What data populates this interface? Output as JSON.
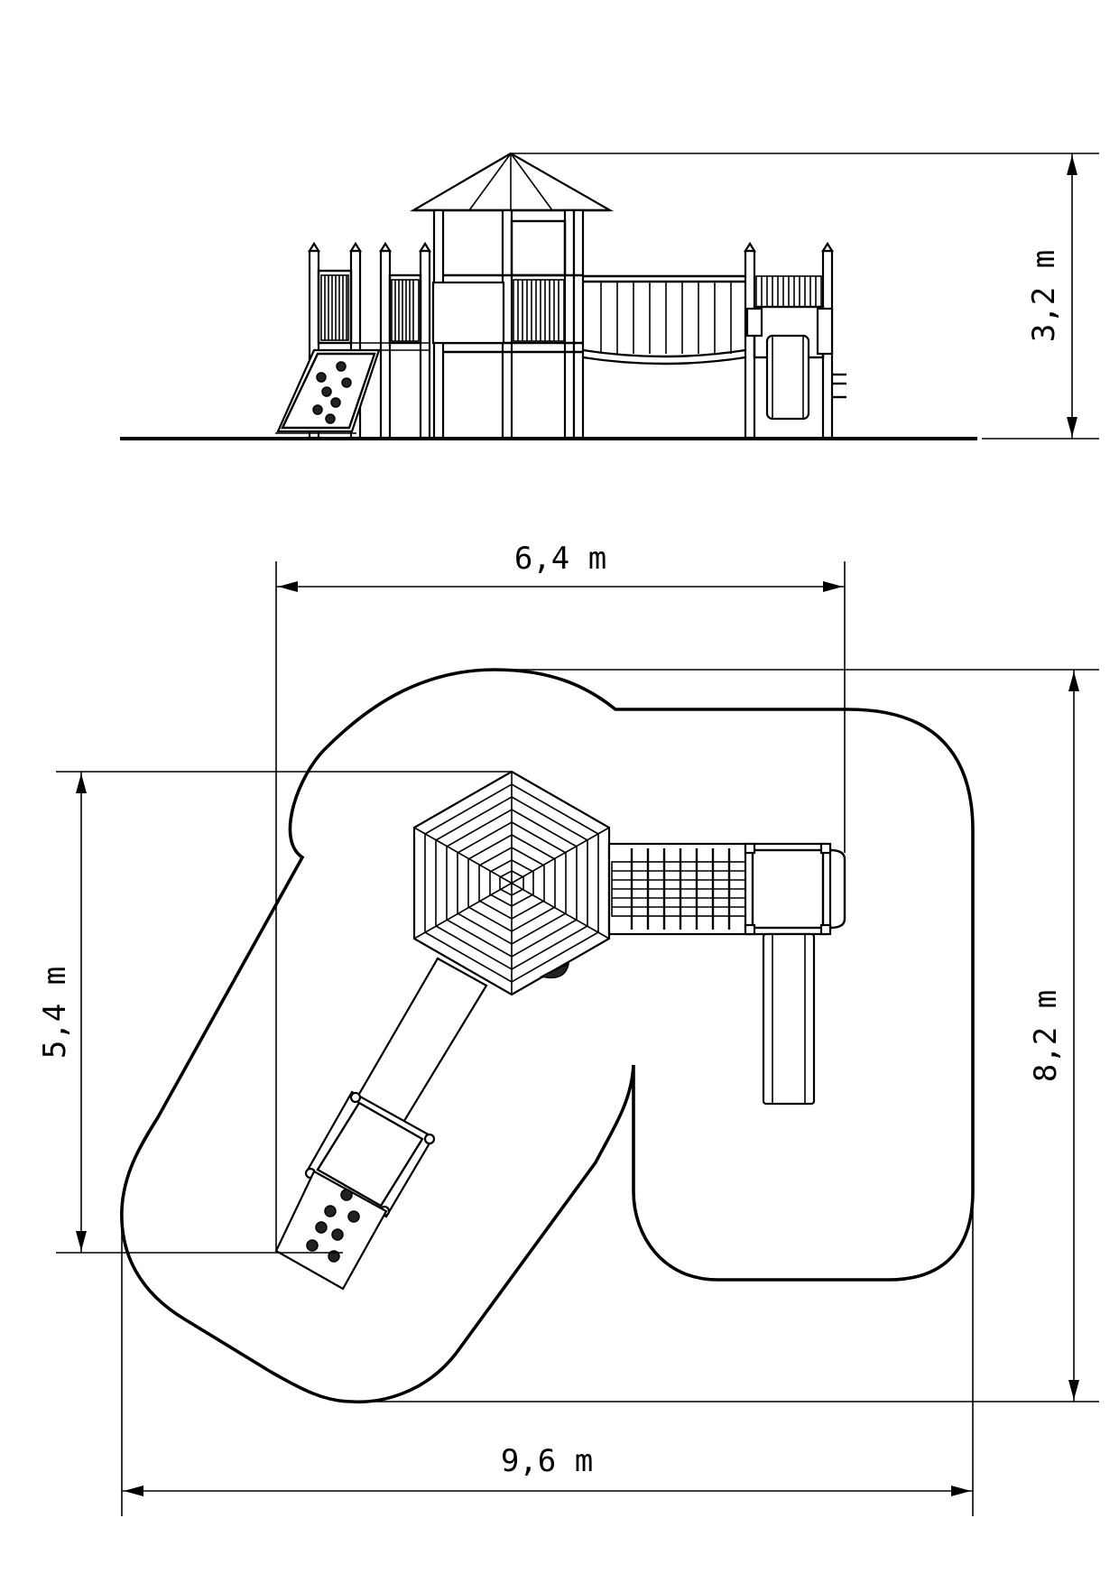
{
  "dimensions": {
    "height": "3,2 m",
    "width_top": "6,4 m",
    "depth_left": "5,4 m",
    "depth_right": "8,2 m",
    "width_bottom": "9,6 m"
  },
  "colors": {
    "line": "#000000",
    "background": "#ffffff"
  }
}
